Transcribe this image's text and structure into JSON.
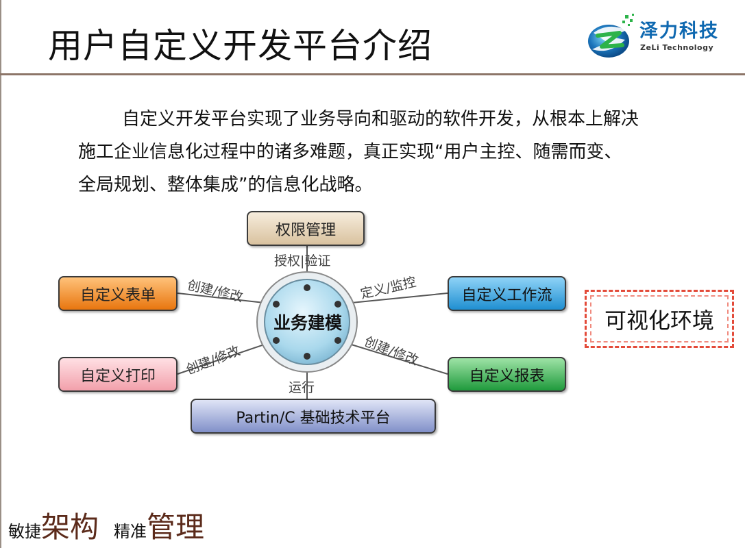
{
  "header": {
    "title": "用户自定义开发平台介绍",
    "logo": {
      "name_cn": "泽力科技",
      "name_en": "ZeLi Technology",
      "mark_icon": "zeli-z-globe-logo",
      "colors": {
        "blue": "#1b75bc",
        "green": "#2db34a"
      }
    }
  },
  "intro": {
    "lines": [
      "自定义开发平台实现了业务导向和驱动的软件开发，从根本上解决",
      "施工企业信息化过程中的诸多难题，真正实现“用户主控、随需而变、",
      "全局规划、整体集成”的信息化战略。"
    ]
  },
  "diagram": {
    "center": "业务建模",
    "nodes": {
      "auth": "权限管理",
      "form": "自定义表单",
      "workflow": "自定义工作流",
      "print": "自定义打印",
      "report": "自定义报表",
      "base": "Partin/C 基础技术平台"
    },
    "edges": {
      "auth": "授权|验证",
      "form": "创建/修改",
      "workflow": "定义/监控",
      "print": "创建/修改",
      "report": "创建/修改",
      "base": "运行"
    },
    "colors": {
      "auth": "#d9c29f",
      "form": "#e8760f",
      "workflow": "#1f8fd1",
      "print": "#f2a0ab",
      "report": "#1f9a3c",
      "base": "#8190c9",
      "center": "#a9d8ec"
    }
  },
  "callout": {
    "label": "可视化环境",
    "border_color": "#e34a39"
  },
  "footer": {
    "slogan_1_small": "敏捷",
    "slogan_1_big": "架构",
    "slogan_2_small": "精准",
    "slogan_2_big": "管理"
  }
}
